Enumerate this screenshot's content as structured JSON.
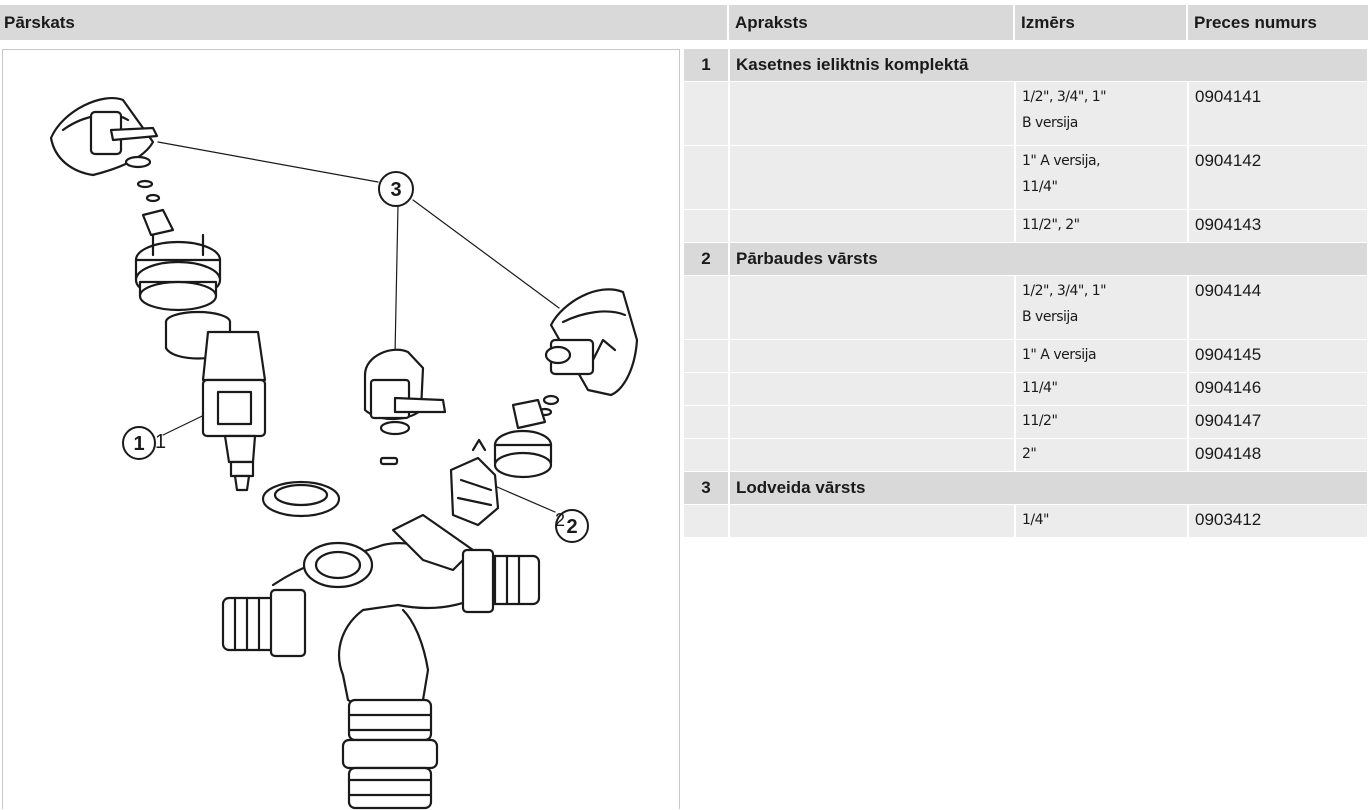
{
  "header": {
    "overview": "Pārskats",
    "description": "Apraksts",
    "size": "Izmērs",
    "part_number": "Preces numurs"
  },
  "figure": {
    "callouts": [
      "1",
      "2",
      "3"
    ],
    "callout_ghosts": [
      "1",
      "2"
    ],
    "stroke_color": "#1a1a1a"
  },
  "groups": [
    {
      "num": "1",
      "title": "Kasetnes ieliktnis komplektā",
      "items": [
        {
          "size": "1/2\", 3/4\", 1\"",
          "size2": "B versija",
          "part": "0904141"
        },
        {
          "size": "1\" A versija,",
          "size2": "11/4\"",
          "part": "0904142"
        },
        {
          "size": "11/2\", 2\"",
          "size2": "",
          "part": "0904143"
        }
      ]
    },
    {
      "num": "2",
      "title": "Pārbaudes vārsts",
      "items": [
        {
          "size": "1/2\", 3/4\", 1\"",
          "size2": "B versija",
          "part": "0904144"
        },
        {
          "size": "1\" A versija",
          "size2": "",
          "part": "0904145"
        },
        {
          "size": "11/4\"",
          "size2": "",
          "part": "0904146"
        },
        {
          "size": "11/2\"",
          "size2": "",
          "part": "0904147"
        },
        {
          "size": "2\"",
          "size2": "",
          "part": "0904148"
        }
      ]
    },
    {
      "num": "3",
      "title": "Lodveida vārsts",
      "items": [
        {
          "size": "1/4\"",
          "size2": "",
          "part": "0903412"
        }
      ]
    }
  ]
}
